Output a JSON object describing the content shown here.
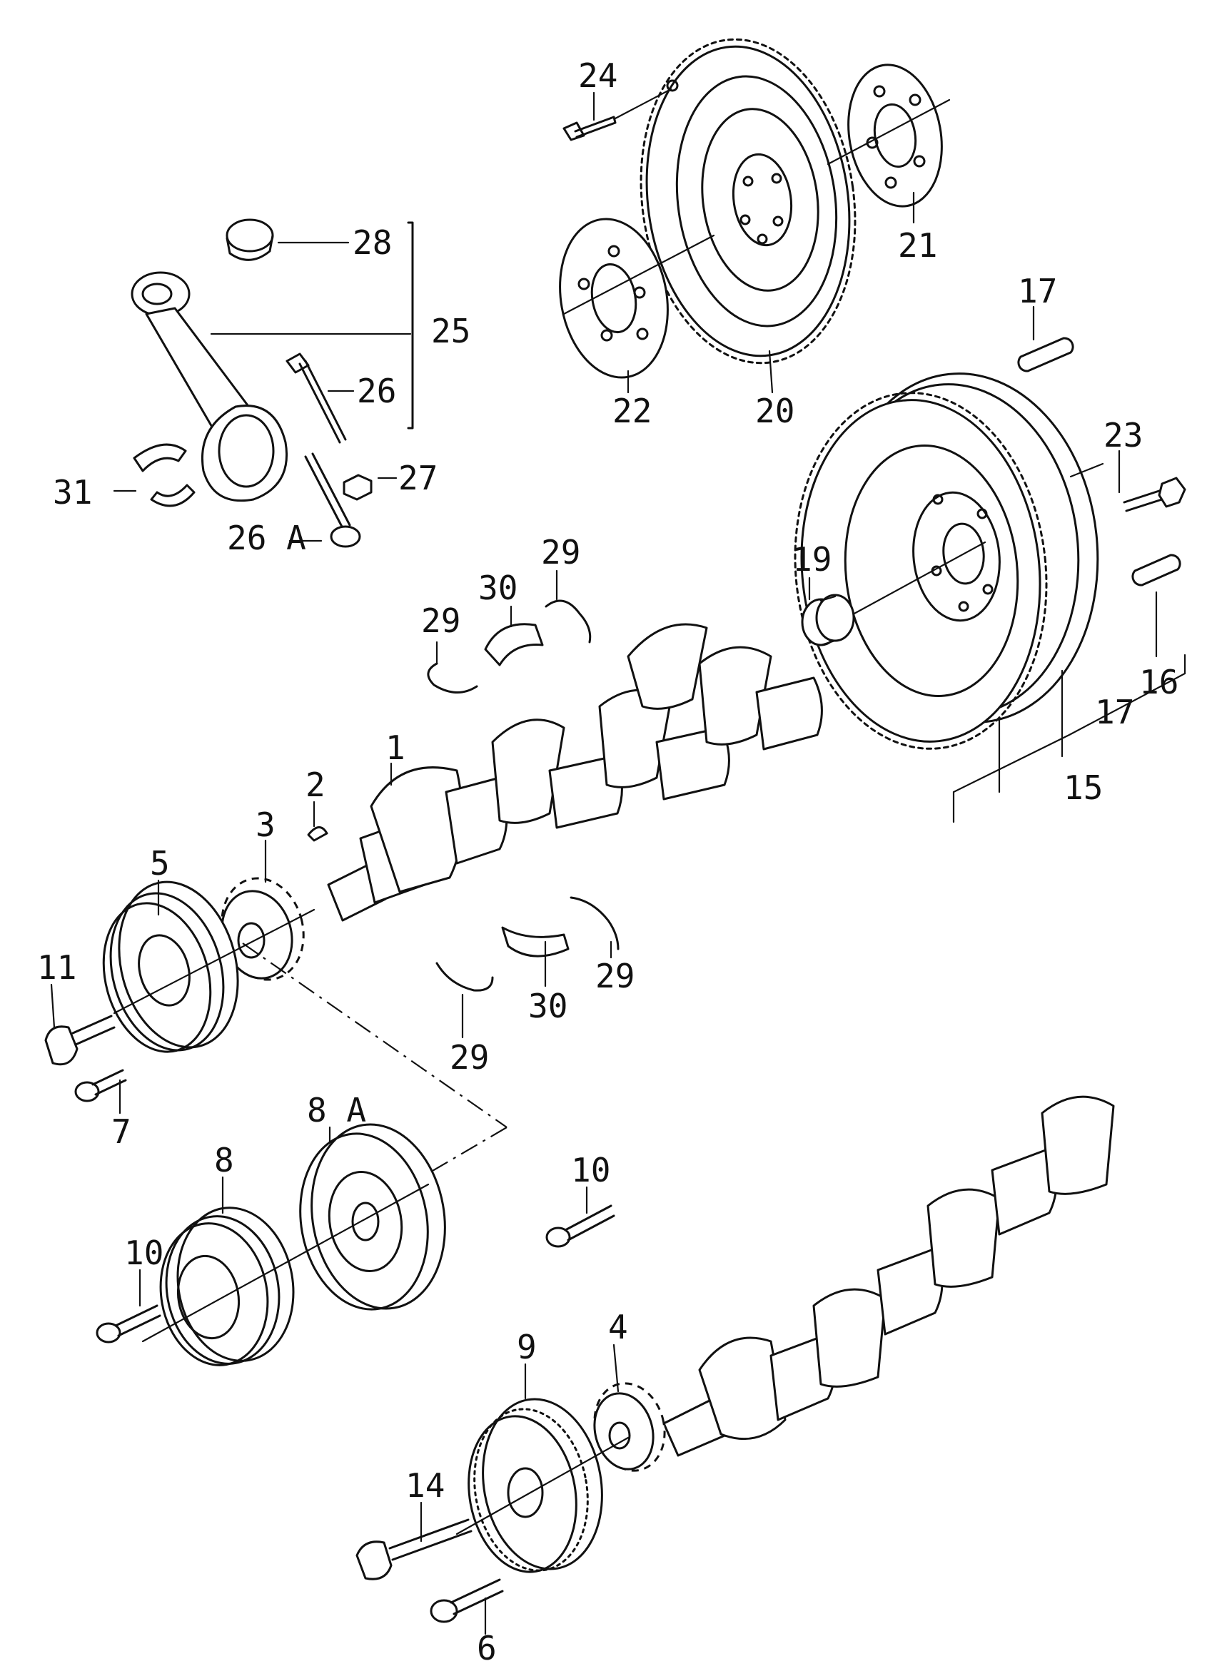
{
  "labels": {
    "p1": "1",
    "p2": "2",
    "p3": "3",
    "p4": "4",
    "p5": "5",
    "p6": "6",
    "p7": "7",
    "p8": "8",
    "p8a": "8 A",
    "p9": "9",
    "p10a": "10",
    "p10b": "10",
    "p11": "11",
    "p14": "14",
    "p15": "15",
    "p16": "16",
    "p17a": "17",
    "p17b": "17",
    "p19": "19",
    "p20": "20",
    "p21": "21",
    "p22": "22",
    "p23": "23",
    "p24": "24",
    "p25": "25",
    "p26": "26",
    "p26a": "26 A",
    "p27": "27",
    "p28": "28",
    "p29a": "29",
    "p29b": "29",
    "p29c": "29",
    "p29d": "29",
    "p30a": "30",
    "p30b": "30",
    "p31": "31"
  }
}
